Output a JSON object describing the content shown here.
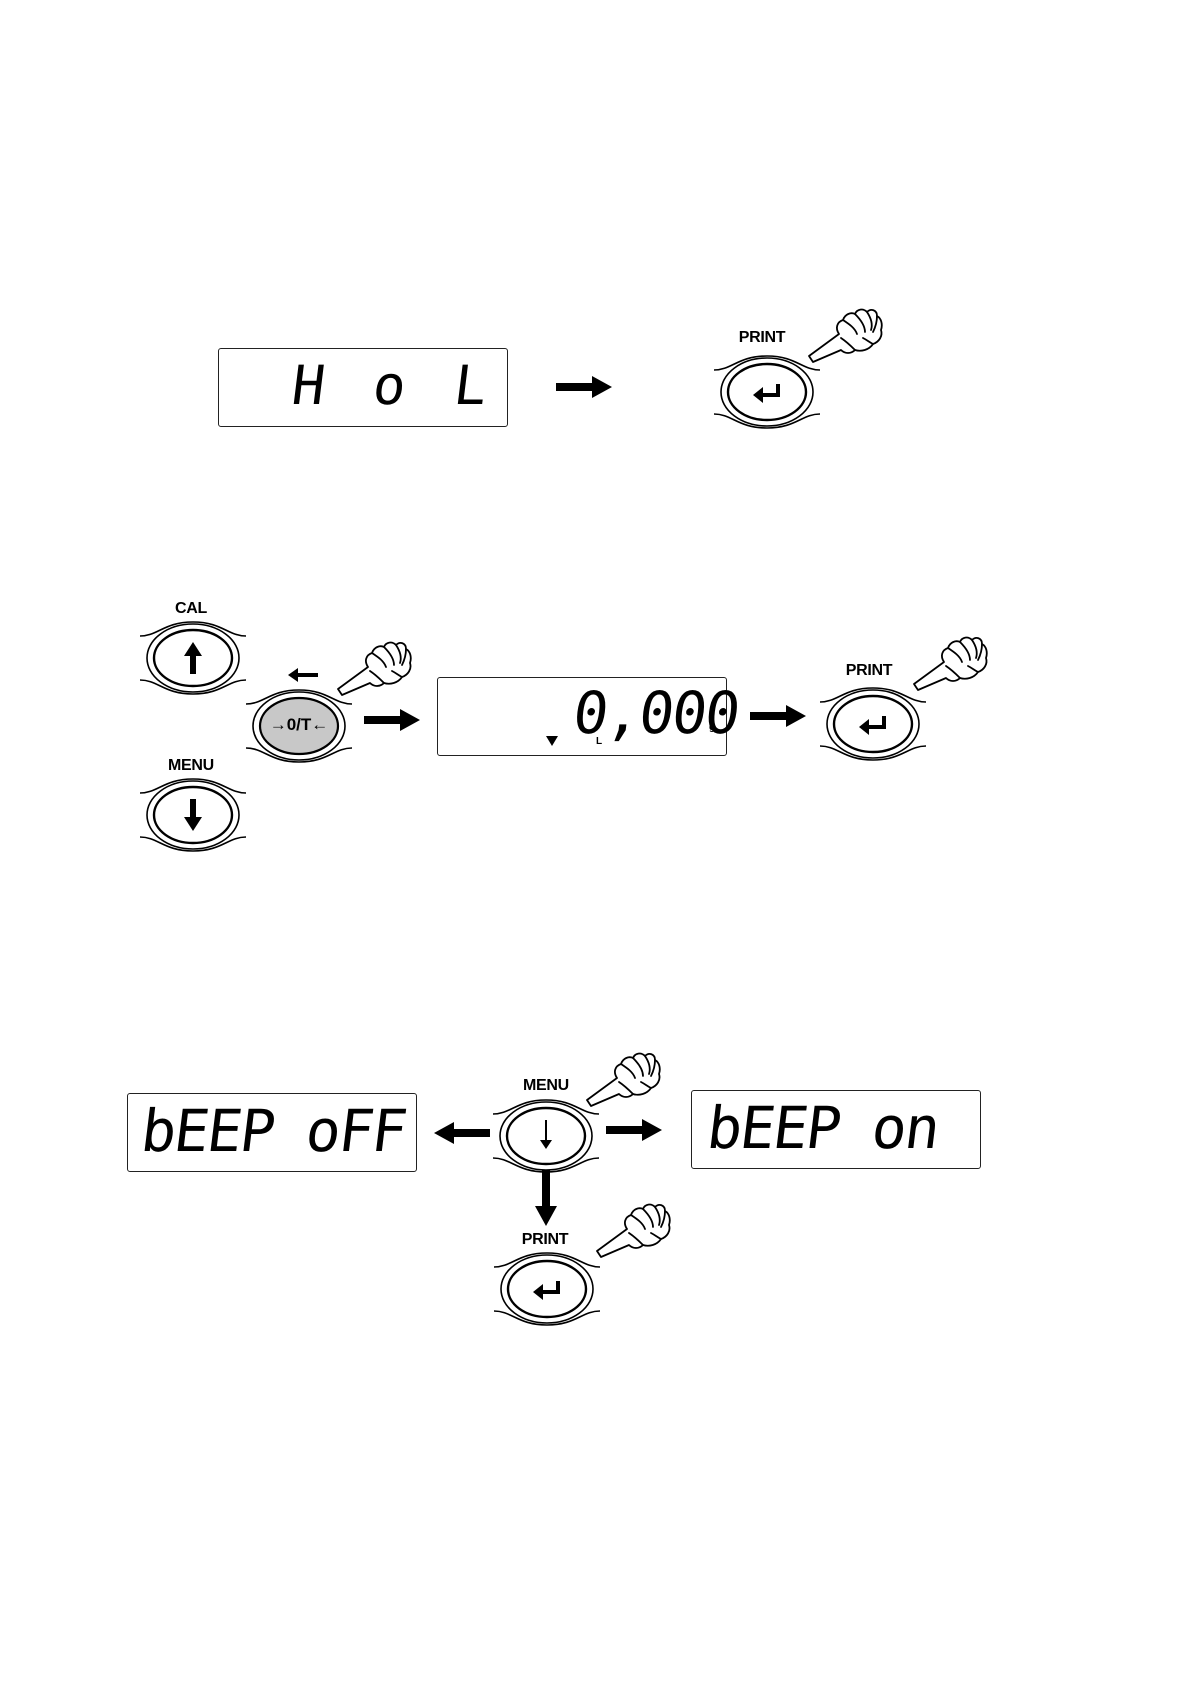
{
  "section1": {
    "display_text": "H o L",
    "button_label": "PRINT"
  },
  "section2": {
    "cal_label": "CAL",
    "menu_label": "MENU",
    "zero_tare_label": "→0/T←",
    "display_value": "0,000",
    "display_unit": "g",
    "display_indicator": "L",
    "print_label": "PRINT"
  },
  "section3": {
    "left_display": "bEEP oFF",
    "right_display": "bEEP on",
    "menu_label": "MENU",
    "print_label": "PRINT"
  }
}
